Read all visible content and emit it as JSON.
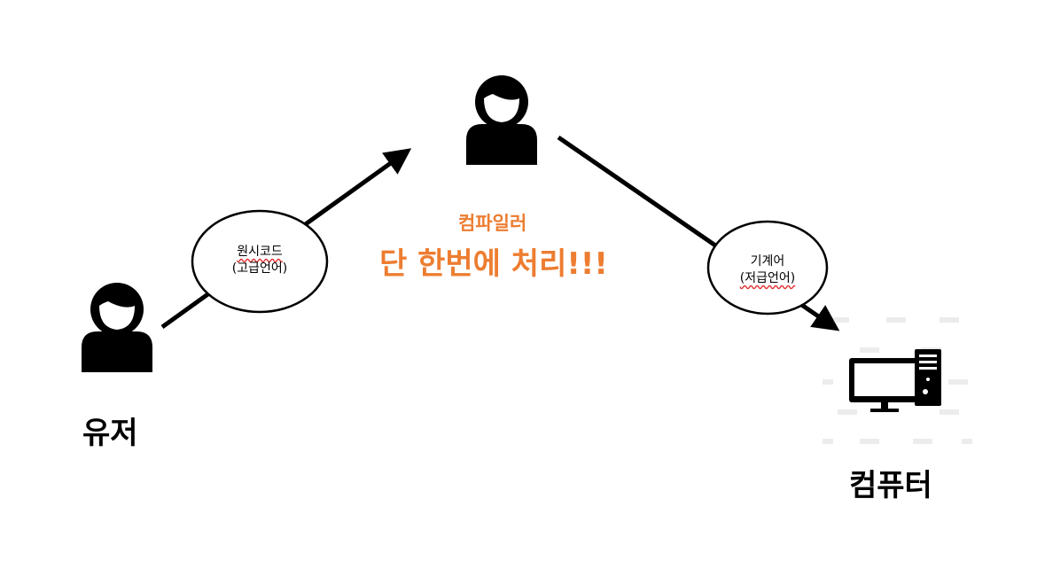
{
  "nodes": {
    "user": {
      "label": "유저",
      "icon": "person-icon"
    },
    "compiler_person": {
      "icon": "person-icon"
    },
    "computer": {
      "label": "컴퓨터",
      "icon": "desktop-computer-icon"
    }
  },
  "edge_user_to_compiler": {
    "line1": "원시코드",
    "line2": "(고급언어)"
  },
  "edge_compiler_to_computer": {
    "line1": "기계어",
    "line2": "(저급언어)"
  },
  "compiler": {
    "title": "컴파일러",
    "subtitle": "단 한번에 처리!!!"
  },
  "colors": {
    "accent": "#ED7D31",
    "line": "#000000",
    "spellcheck": "#e03030"
  }
}
